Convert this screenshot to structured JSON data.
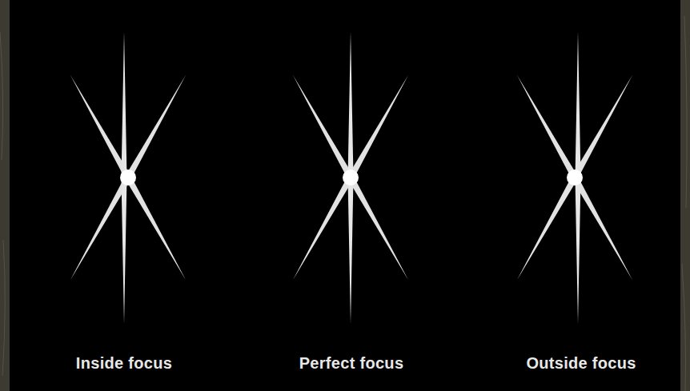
{
  "diagram": {
    "labels": [
      "Inside focus",
      "Perfect focus",
      "Outside focus"
    ]
  }
}
